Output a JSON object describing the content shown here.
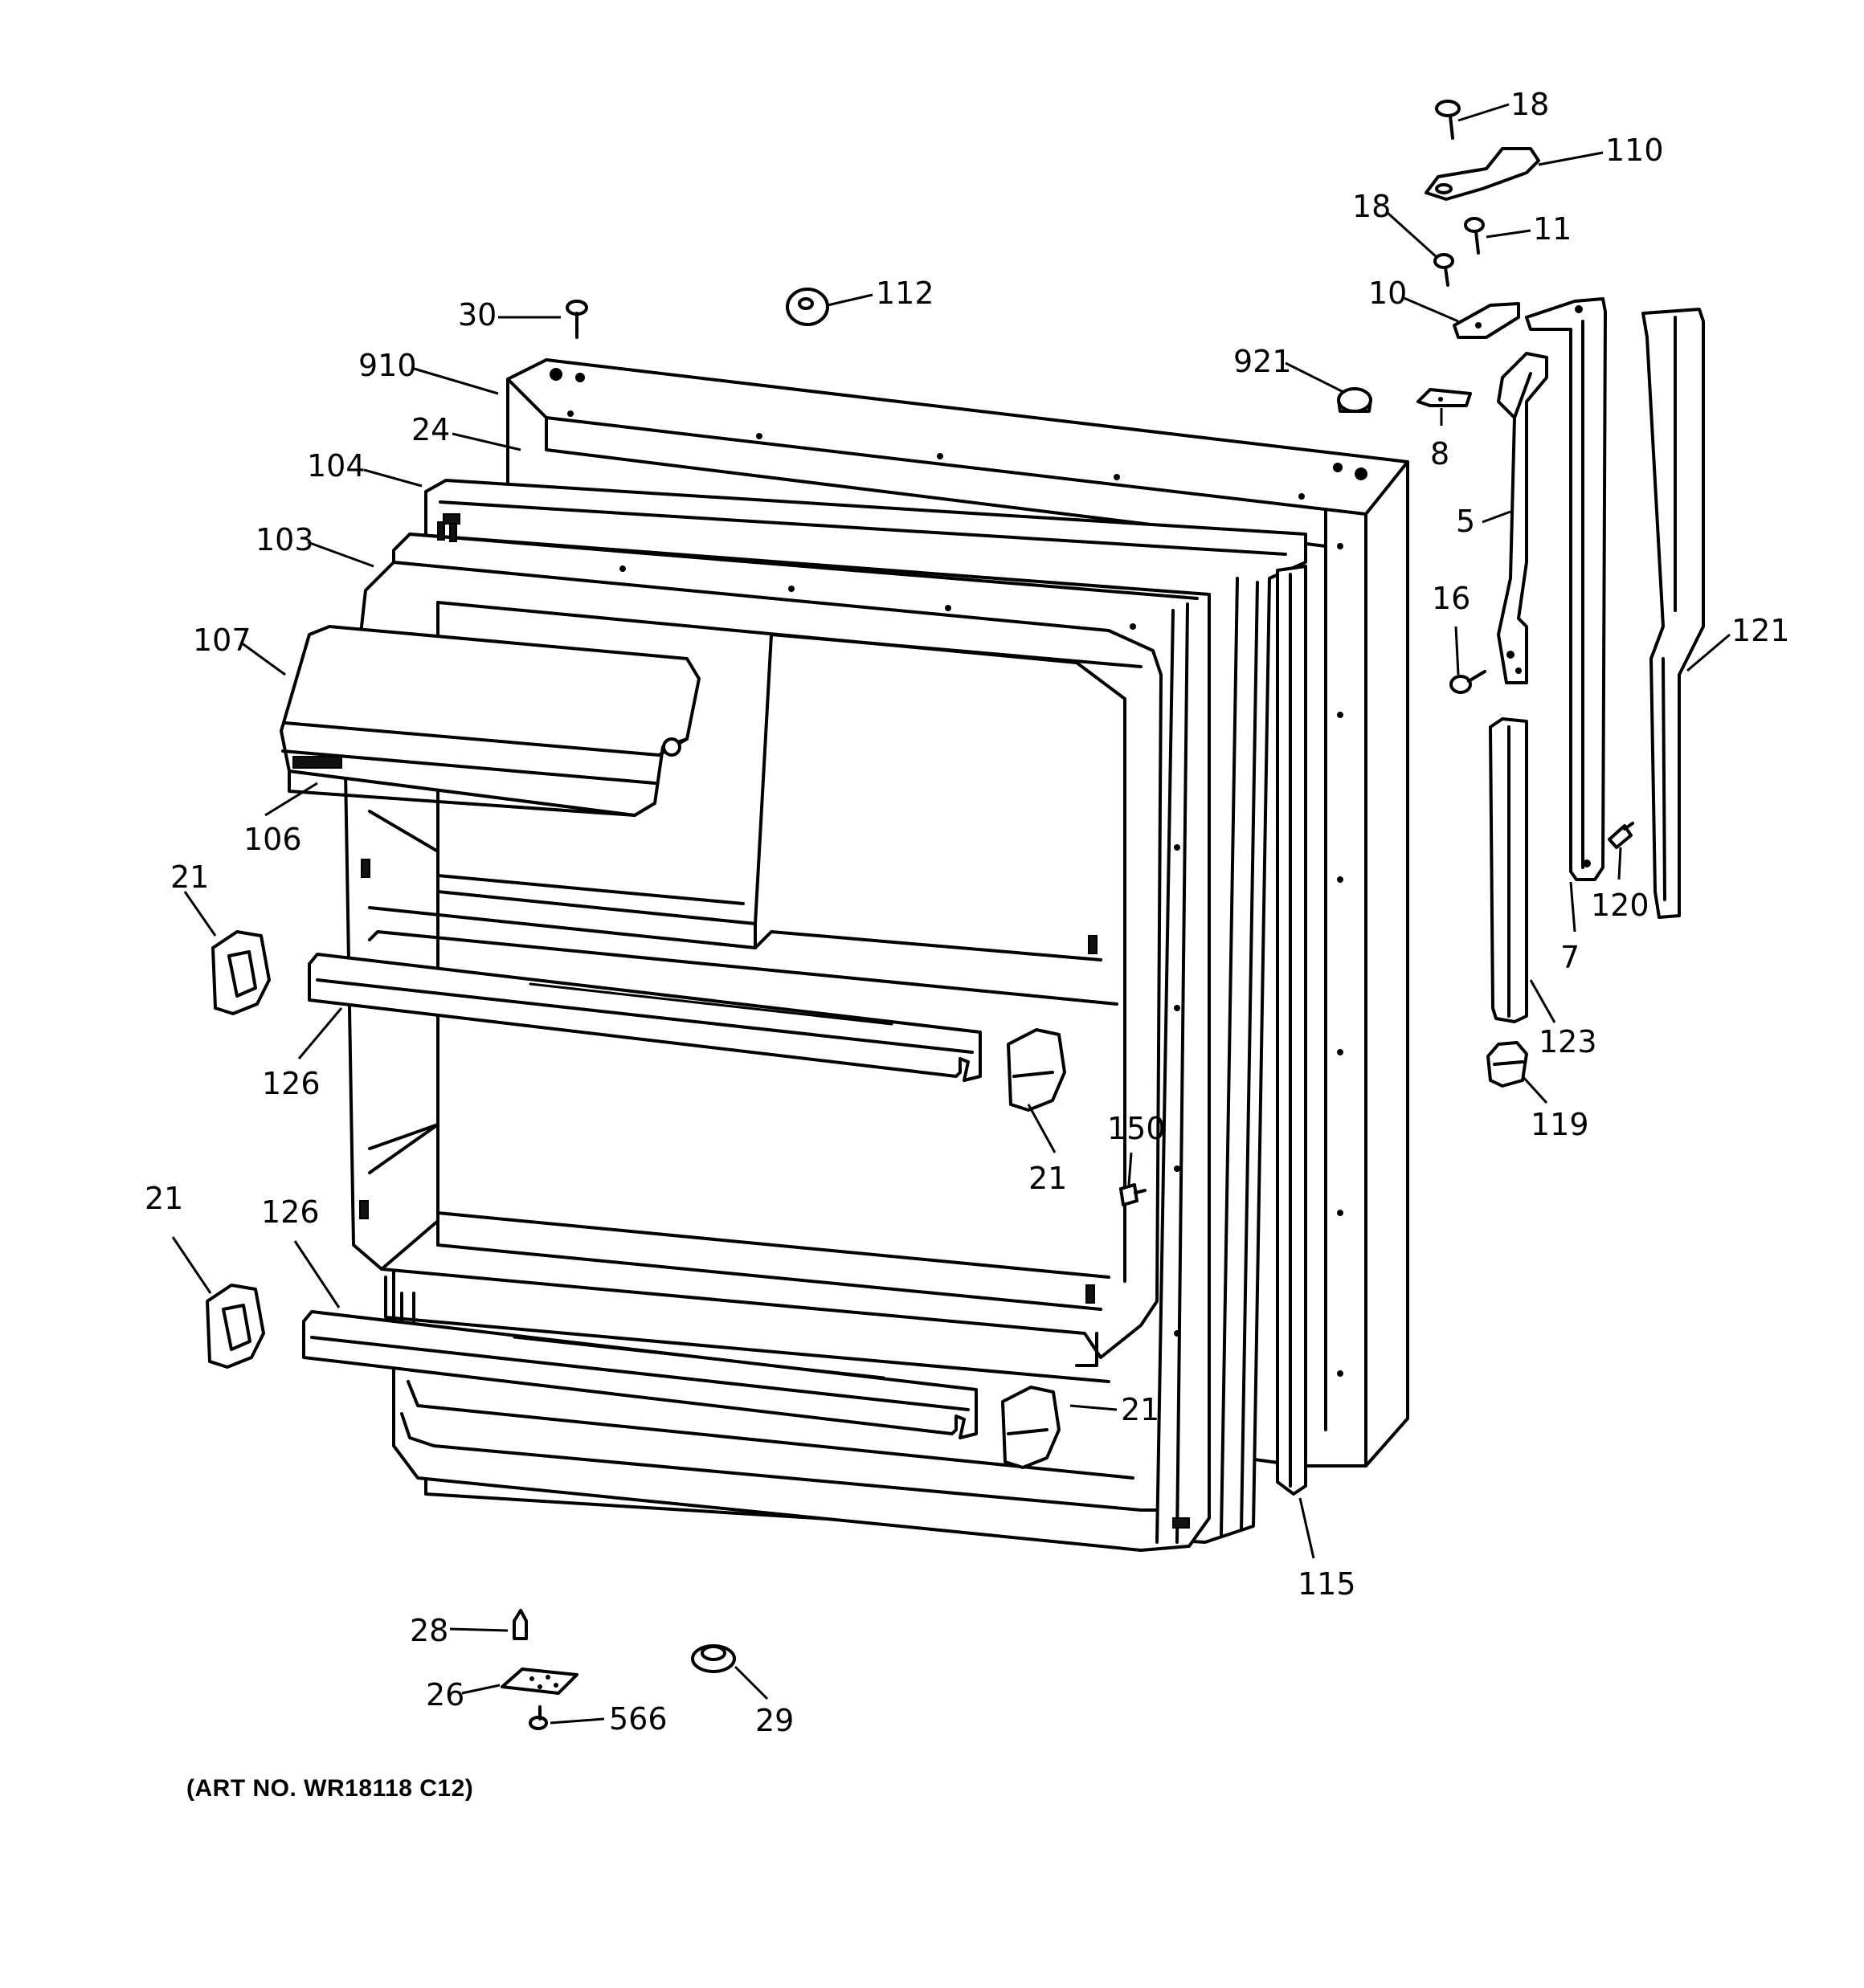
{
  "callouts": [
    {
      "id": "18-top",
      "label": "18"
    },
    {
      "id": "110",
      "label": "110"
    },
    {
      "id": "18-mid",
      "label": "18"
    },
    {
      "id": "11",
      "label": "11"
    },
    {
      "id": "10",
      "label": "10"
    },
    {
      "id": "30",
      "label": "30"
    },
    {
      "id": "112",
      "label": "112"
    },
    {
      "id": "910",
      "label": "910"
    },
    {
      "id": "921",
      "label": "921"
    },
    {
      "id": "8",
      "label": "8"
    },
    {
      "id": "24",
      "label": "24"
    },
    {
      "id": "104",
      "label": "104"
    },
    {
      "id": "5",
      "label": "5"
    },
    {
      "id": "103",
      "label": "103"
    },
    {
      "id": "16",
      "label": "16"
    },
    {
      "id": "121",
      "label": "121"
    },
    {
      "id": "107",
      "label": "107"
    },
    {
      "id": "106",
      "label": "106"
    },
    {
      "id": "21-left-top",
      "label": "21"
    },
    {
      "id": "120",
      "label": "120"
    },
    {
      "id": "7",
      "label": "7"
    },
    {
      "id": "123",
      "label": "123"
    },
    {
      "id": "126-top",
      "label": "126"
    },
    {
      "id": "119",
      "label": "119"
    },
    {
      "id": "150",
      "label": "150"
    },
    {
      "id": "21-mid",
      "label": "21"
    },
    {
      "id": "21-left-bottom",
      "label": "21"
    },
    {
      "id": "126-bottom",
      "label": "126"
    },
    {
      "id": "21-right-bottom",
      "label": "21"
    },
    {
      "id": "115",
      "label": "115"
    },
    {
      "id": "28",
      "label": "28"
    },
    {
      "id": "29",
      "label": "29"
    },
    {
      "id": "26",
      "label": "26"
    },
    {
      "id": "566",
      "label": "566"
    }
  ],
  "art_note": "(ART NO. WR18118 C12)"
}
